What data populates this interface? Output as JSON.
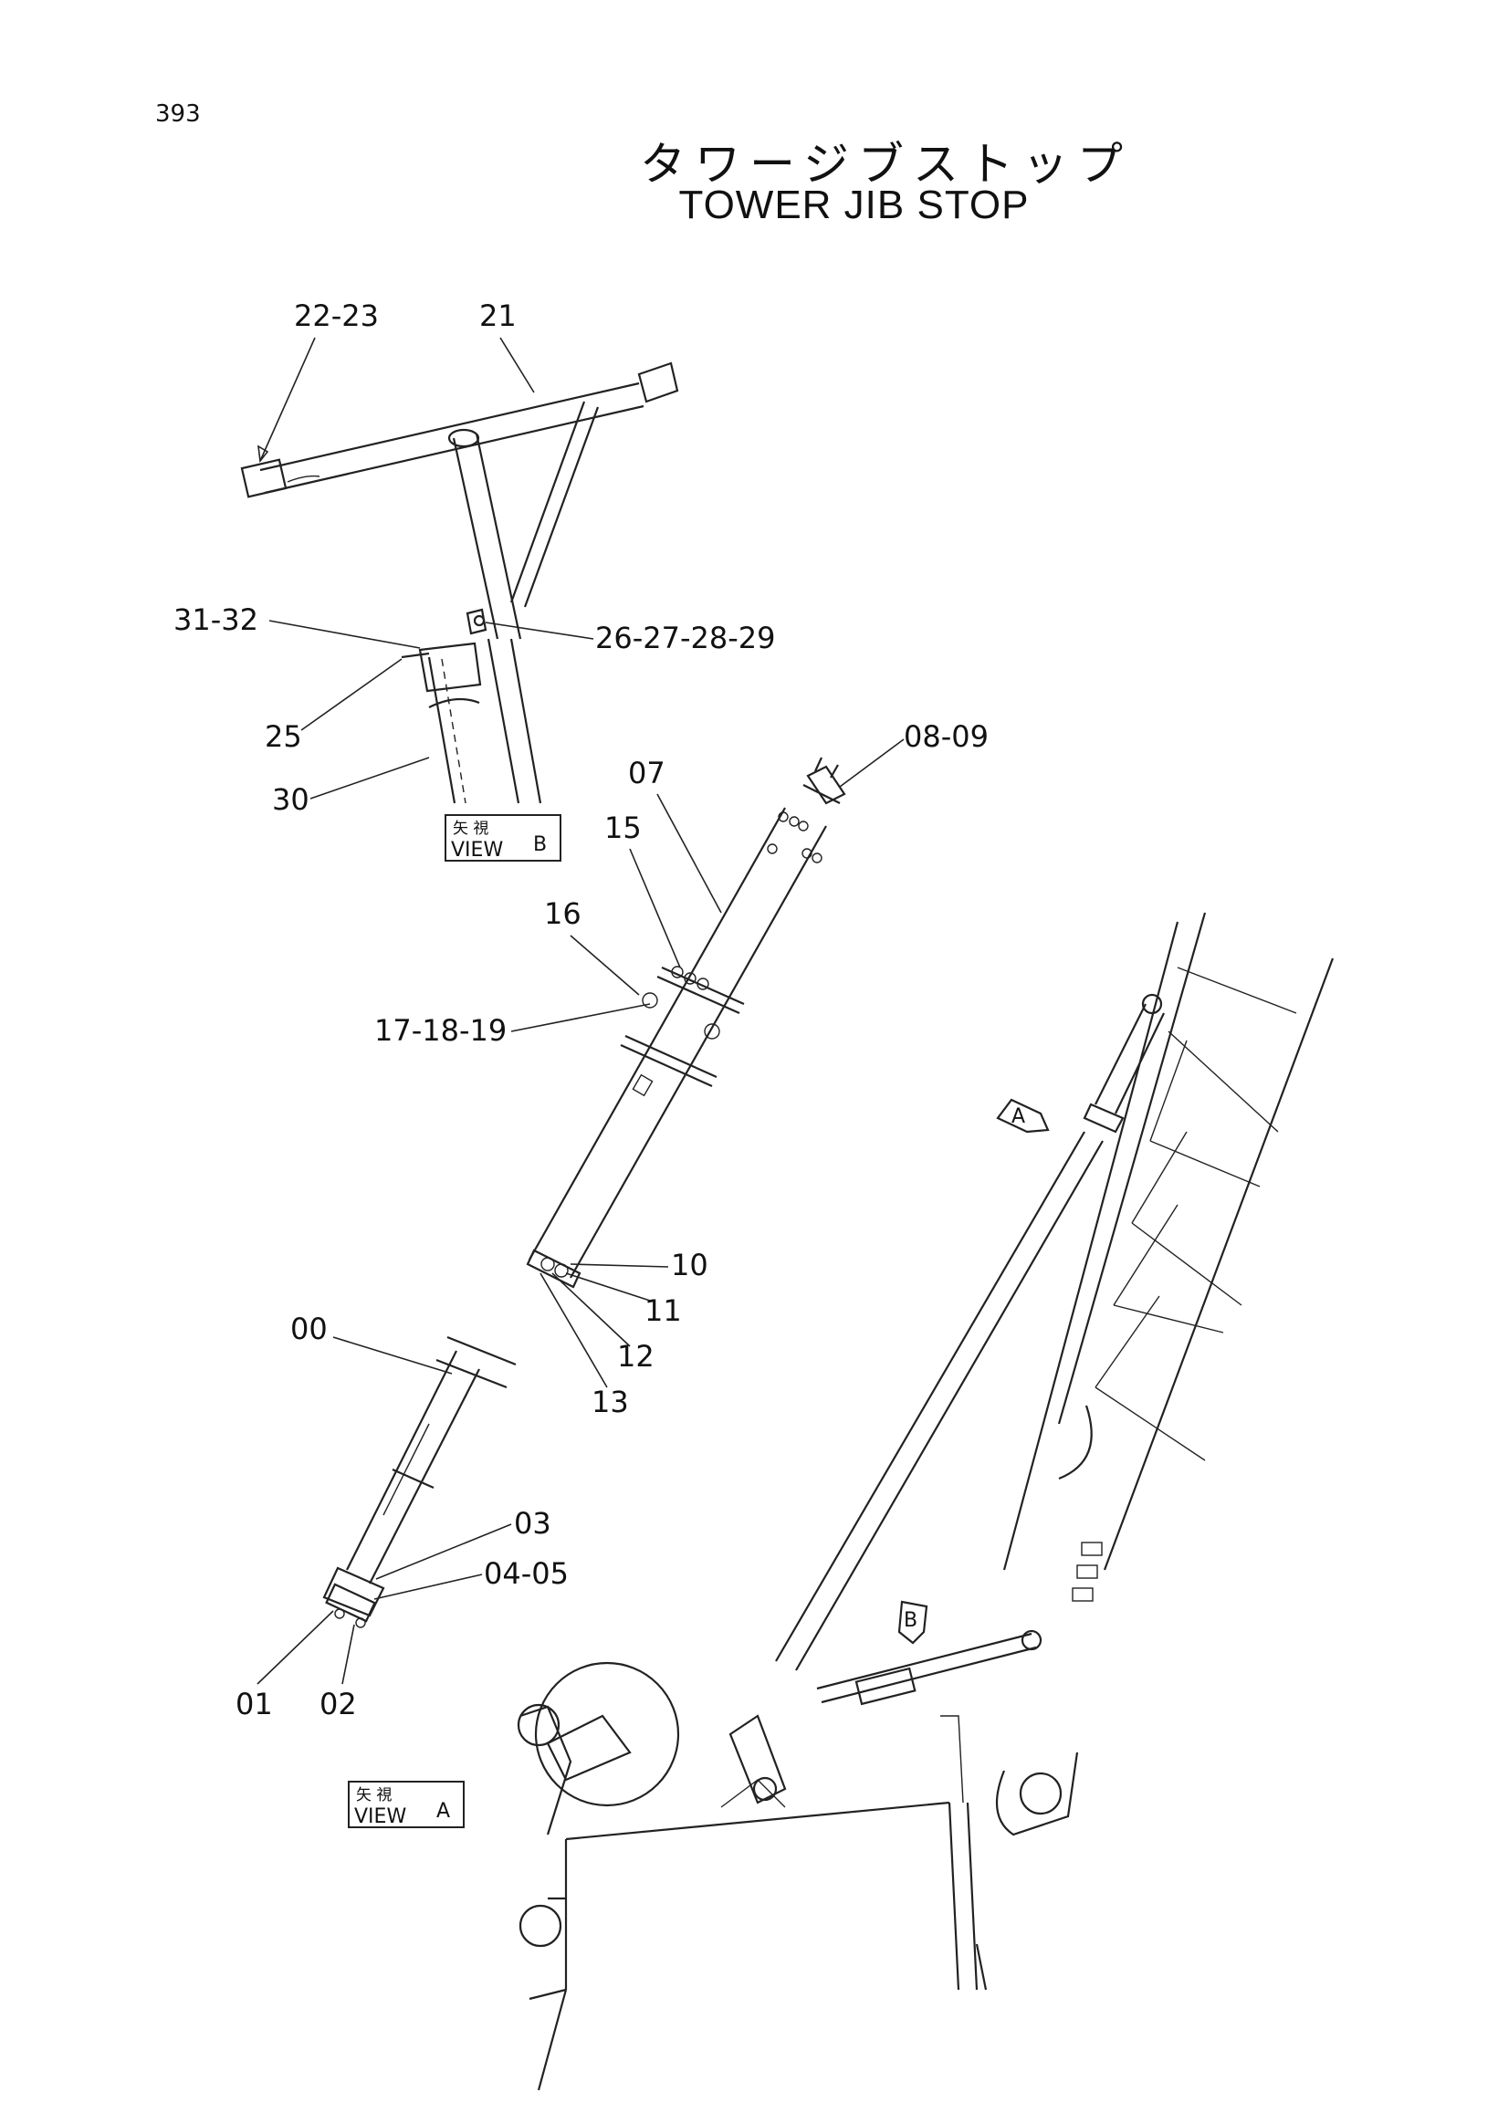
{
  "page_number": "393",
  "title_jp": "タワージブストップ",
  "title_en": "TOWER JIB STOP",
  "view_labels": {
    "view_b": {
      "kanji": "矢 視",
      "view": "VIEW",
      "letter": "B"
    },
    "view_a": {
      "kanji": "矢 視",
      "view": "VIEW",
      "letter": "A"
    }
  },
  "arrow_markers": {
    "a": "A",
    "b": "B"
  },
  "part_labels": {
    "p22_23": "22-23",
    "p21": "21",
    "p31_32": "31-32",
    "p26_29": "26-27-28-29",
    "p25": "25",
    "p30": "30",
    "p08_09": "08-09",
    "p07": "07",
    "p15": "15",
    "p16": "16",
    "p17_19": "17-18-19",
    "p10": "10",
    "p11": "11",
    "p12": "12",
    "p13": "13",
    "p00": "00",
    "p03": "03",
    "p04_05": "04-05",
    "p01": "01",
    "p02": "02"
  }
}
